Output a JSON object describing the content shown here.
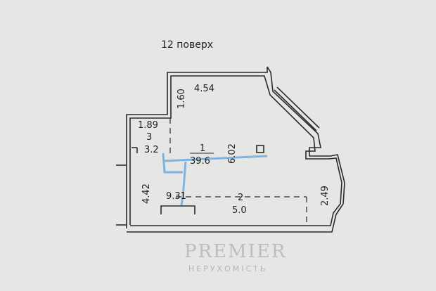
{
  "title": "12 поверх",
  "dimensions": {
    "top_width": "4.54",
    "top_left_height": "1.60",
    "small_room_width": "1.89",
    "room_height": "6.02",
    "left_height": "4.42",
    "bottom_width": "9.31",
    "right_height": "2.49"
  },
  "rooms": [
    {
      "number": "1",
      "area": "39.6"
    },
    {
      "number": "2",
      "area": "5.0"
    },
    {
      "number": "3",
      "area": "3.2"
    }
  ],
  "watermark": {
    "brand": "PREMIER",
    "subtitle": "НЕРУХОМІСТЬ"
  },
  "colors": {
    "background": "#e6e6e4",
    "wall": "#2a2a2a",
    "annotation": "#6aa6e0"
  }
}
